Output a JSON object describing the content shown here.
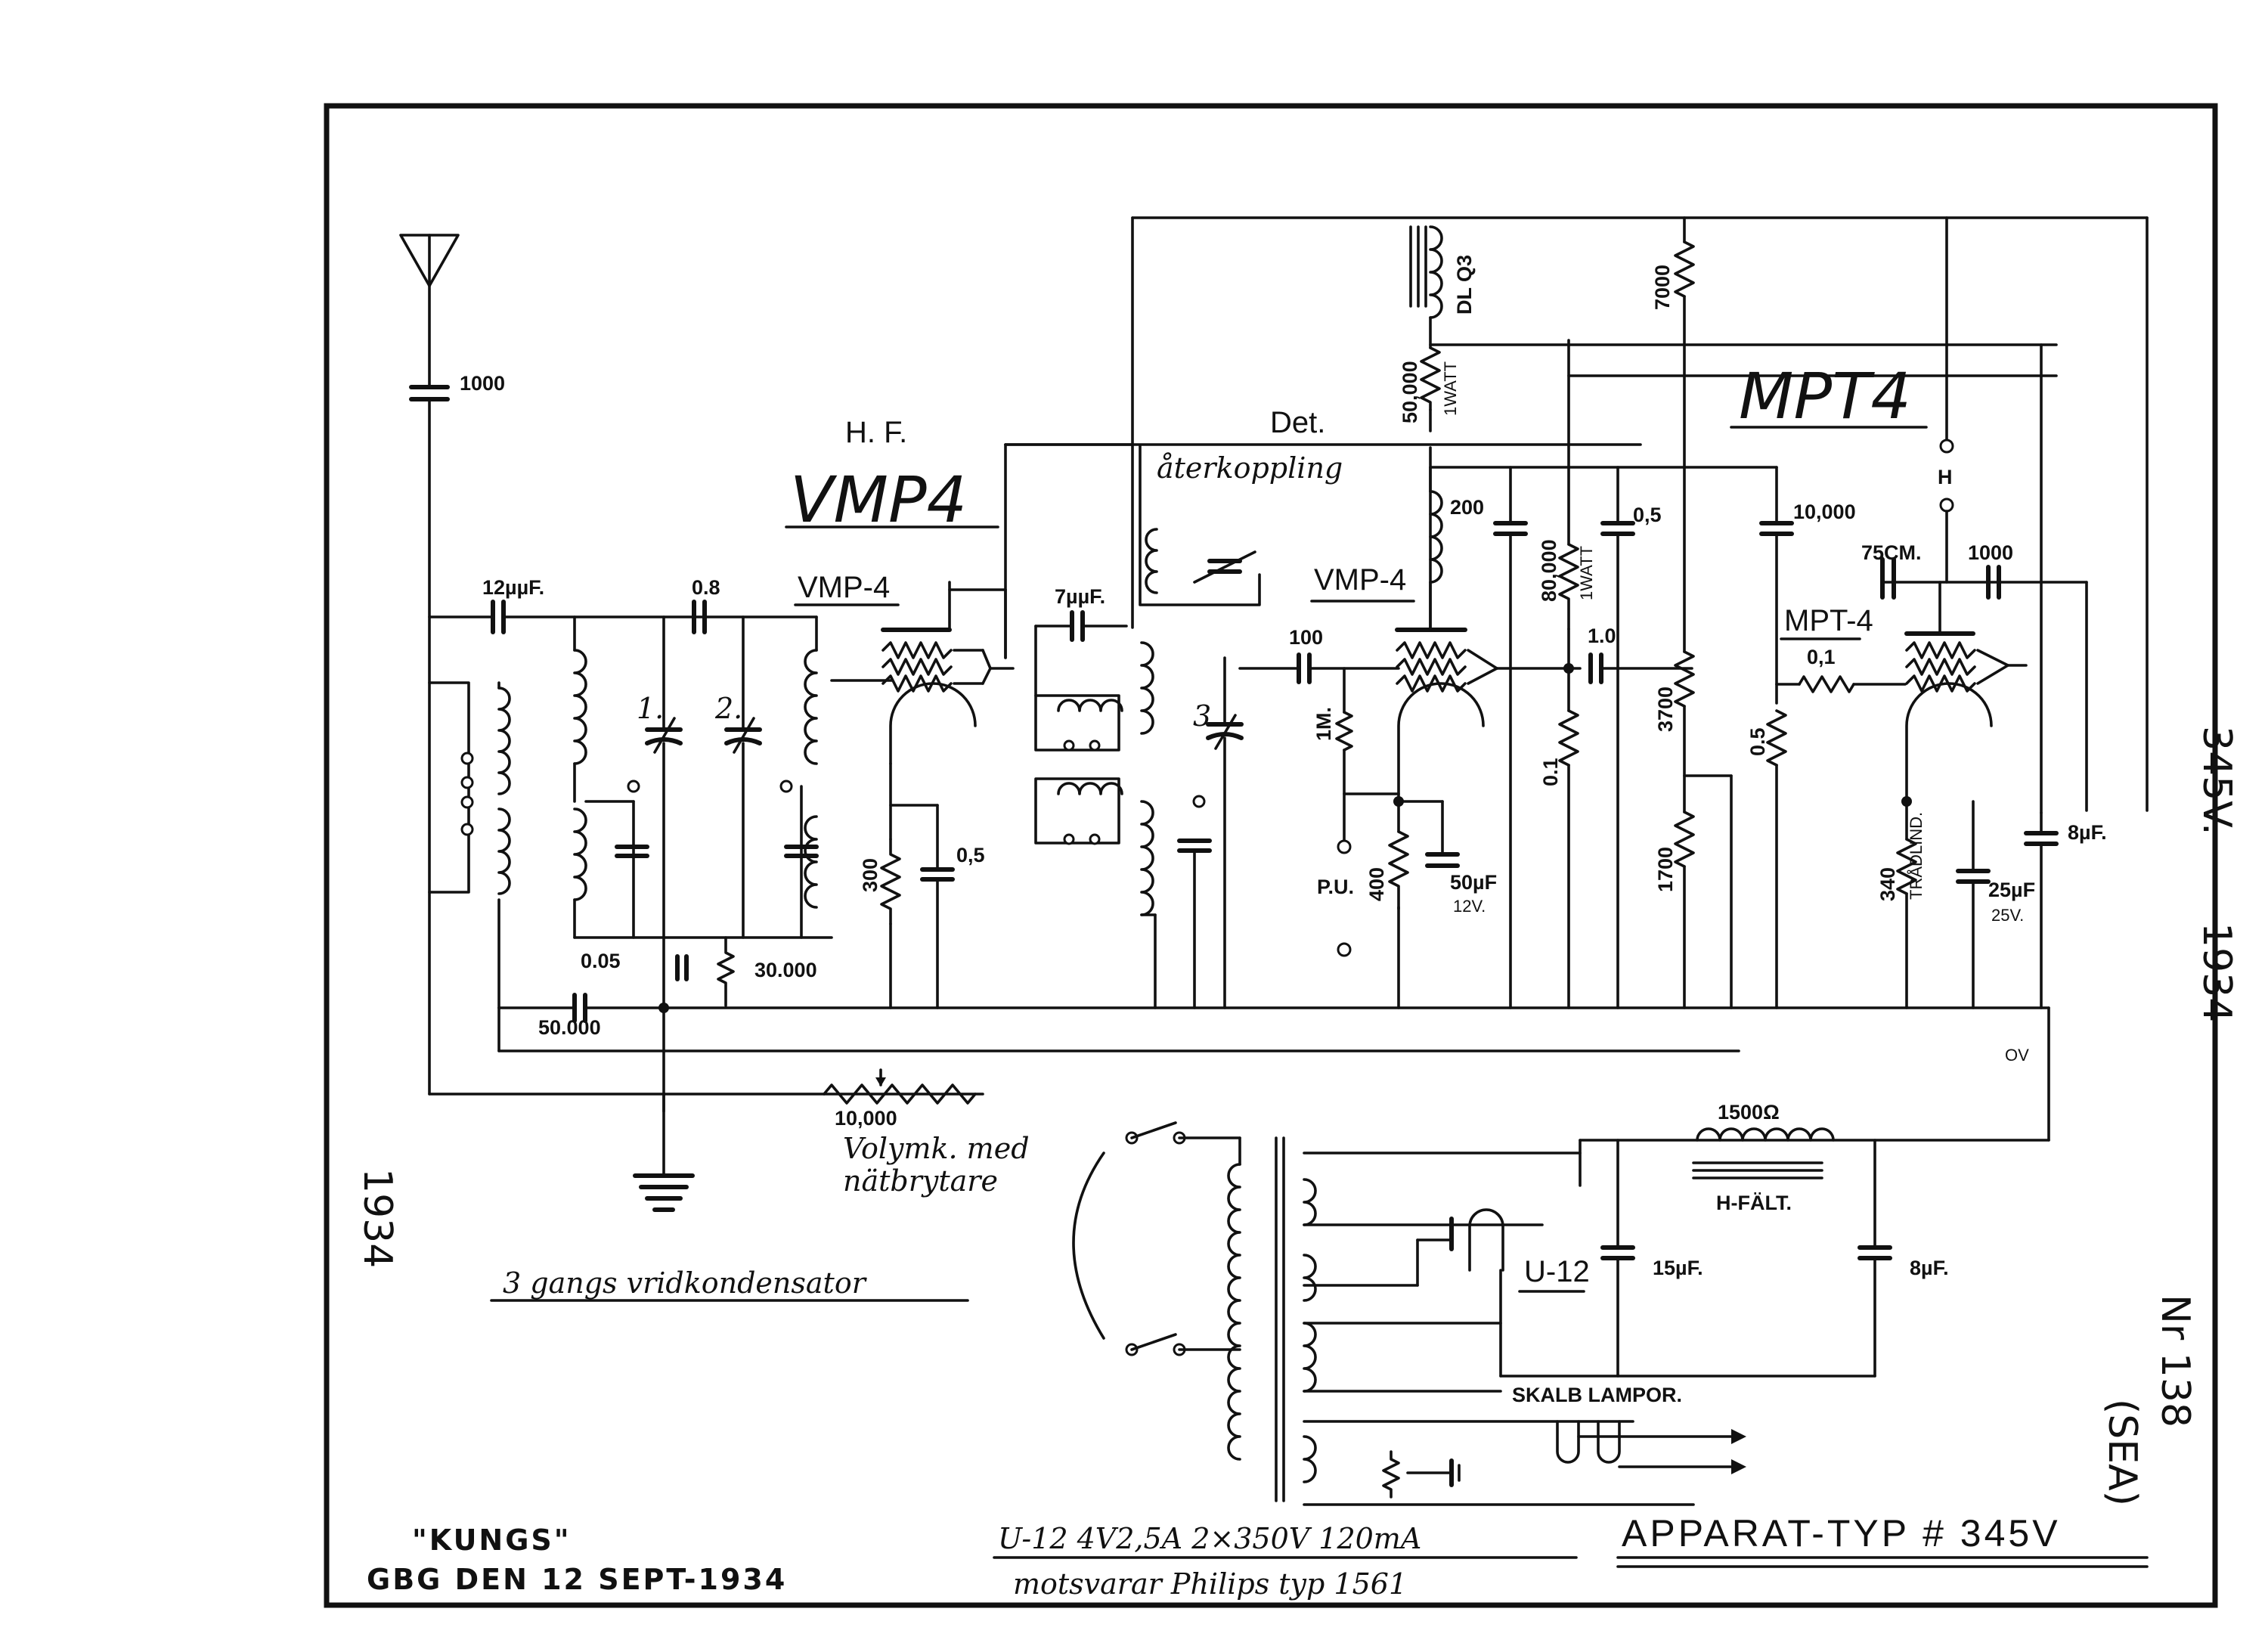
{
  "components": {
    "antenna_cap": "1000",
    "input_cap": "12µµF.",
    "coupling_cap_1": "0.8",
    "tuning_1": "1.",
    "tuning_2": "2.",
    "tuning_3": "3.",
    "hf_coupling_cap": "7µµF.",
    "cathode_res_1": "300",
    "bypass_cap_1": "0,5",
    "grid_cap": "100",
    "det_cathode_res": "400",
    "det_grid_res": "1M.",
    "det_bypass": "50µF",
    "det_bypass_v": "12V.",
    "choke_label": "DL Q3",
    "plate_res": "7000",
    "det_plate_res": "50,000",
    "det_plate_res_w": "1WATT",
    "det_plate_cap": "200",
    "screen_res": "80,000",
    "screen_res_w": "1WATT",
    "screen_cap": "0,5",
    "coupling_cap_2": "1.0",
    "grid_leak": "0.1",
    "divider_1": "3700",
    "divider_2": "1700",
    "output_cap": "10,000",
    "output_grid_res": "0.5",
    "output_grid_series": "0,1",
    "tone_cap": "75CM.",
    "speaker_cap": "1000",
    "output_cathode_res": "340",
    "output_cathode_note": "TRÅDLIND.",
    "output_cathode_cap": "25µF",
    "output_cathode_cap_v": "25V.",
    "filter_cap_a": "8µF.",
    "filter_cap_b": "15µF.",
    "filter_cap_c": "8µF.",
    "field_coil": "1500Ω",
    "field_label": "H-FÄLT.",
    "grid_bias_cap": "0.05",
    "grid_bias_res": "30.000",
    "ground_cap": "50.000",
    "volume_pot": "10,000",
    "ov_label": "OV",
    "h_label": "H",
    "pu_label": "P.U."
  },
  "tubes": {
    "hf_title": "H. F.",
    "hf_type": "VMP4",
    "hf_small": "VMP-4",
    "det_title": "Det.",
    "det_small": "VMP-4",
    "out_big": "MPT4",
    "out_small": "MPT-4",
    "rect": "U-12"
  },
  "notes": {
    "feedback": "återkoppling",
    "volume": "Volymk. med",
    "volume_2": "nätbrytare",
    "gang": "3 gangs vridkondensator",
    "dial_lamps": "SKALB LAMPOR.",
    "year_left": "1934",
    "spec_line1": "U-12  4V2,5A  2×350V  120mA",
    "spec_line2": "motsvarar Philips typ 1561"
  },
  "titleblock": {
    "type": "APPARAT-TYP # 345V",
    "maker": "\"KUNGS\"",
    "date": "GBG DEN 12 SEPT-1934",
    "number": "Nr 138",
    "number_sub": "(SEA)",
    "margin_code": "345V.",
    "margin_year": "1934"
  }
}
